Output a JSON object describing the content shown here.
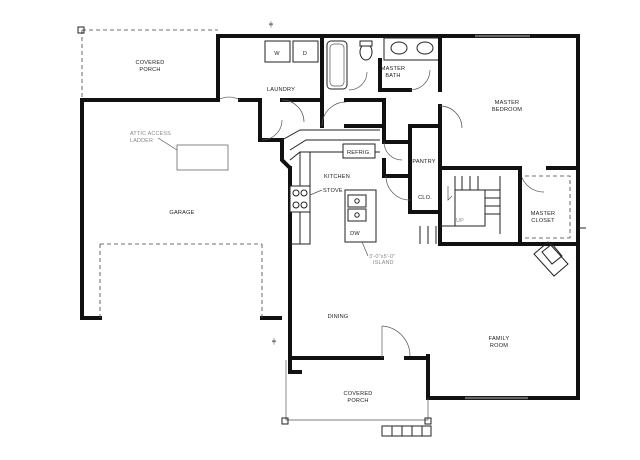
{
  "rooms": {
    "covered_porch_top": [
      "COVERED",
      "PORCH"
    ],
    "laundry": "LAUNDRY",
    "master_bath": [
      "MASTER",
      "BATH"
    ],
    "master_bedroom": [
      "MASTER",
      "BEDROOM"
    ],
    "attic_access": [
      "ATTIC ACCESS",
      "LADDER"
    ],
    "refrig": "REFRIG.",
    "pantry": "PANTRY",
    "kitchen": "KITCHEN",
    "stove": "STOVE",
    "clo": "CLO.",
    "up": "UP",
    "garage": "GARAGE",
    "master_closet": [
      "MASTER",
      "CLOSET"
    ],
    "dw": "DW",
    "island": [
      "3'-0\"x5'-0\"",
      "ISLAND"
    ],
    "dining": "DINING",
    "family_room": [
      "FAMILY",
      "ROOM"
    ],
    "covered_porch_bottom": [
      "COVERED",
      "PORCH"
    ],
    "washer": "W",
    "dryer": "D"
  }
}
